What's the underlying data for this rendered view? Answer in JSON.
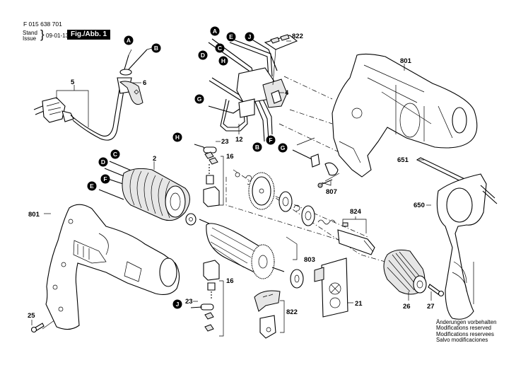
{
  "header": {
    "part_number": "F 015 638 701",
    "stand_label": "Stand",
    "issue_label": "Issue",
    "brace": "}",
    "date": "09-01-13",
    "figure_label": "Fig./Abb. 1"
  },
  "footer": {
    "lines": [
      "Änderungen vorbehalten",
      "Modifications reserved",
      "Modifications reservees",
      "Salvo modificaciones"
    ]
  },
  "connectors": {
    "A1": "A",
    "B1": "B",
    "A2": "A",
    "E2": "E",
    "J2": "J",
    "C2": "C",
    "H2": "H",
    "D2": "D",
    "G2": "G",
    "B3": "B",
    "F3": "F",
    "G3": "G",
    "H4": "H",
    "C5": "C",
    "D5": "D",
    "F5": "F",
    "E5": "E",
    "J6": "J"
  },
  "parts": {
    "p5": "5",
    "p6": "6",
    "p822a": "822",
    "p4": "4",
    "p12": "12",
    "p801a": "801",
    "p23a": "23",
    "p16a": "16",
    "p2": "2",
    "p807": "807",
    "p651": "651",
    "p650": "650",
    "p824": "824",
    "p801b": "801",
    "p803": "803",
    "p16b": "16",
    "p23b": "23",
    "p822b": "822",
    "p21": "21",
    "p26": "26",
    "p27": "27",
    "p25": "25"
  }
}
